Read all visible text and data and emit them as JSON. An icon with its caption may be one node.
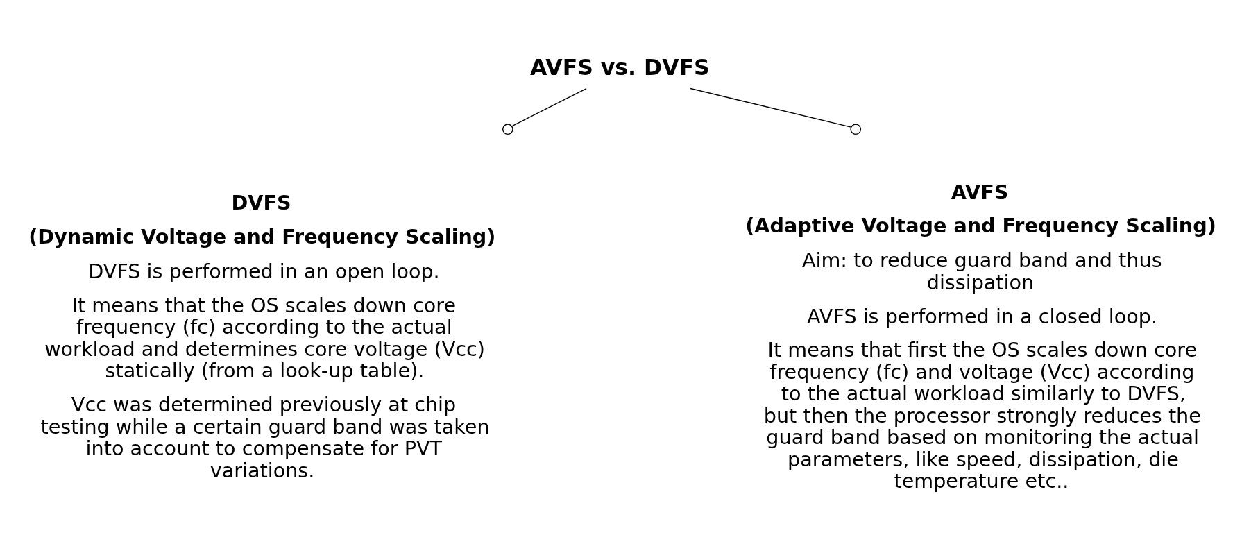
{
  "diagram": {
    "nodes": [
      {
        "text": [
          "AVFS vs. DVFS"
        ]
      },
      {
        "text": [],
        "shape": "circle",
        "beside": [
          "DVFS",
          "(Dynamic Voltage and Frequency Scaling)",
          "DVFS is performed in an open loop.",
          "It means that the OS scales down core frequency (fc) according to the actual workload and determines core voltage (Vcc) statically (from a look-up table).",
          "Vcc was determined previously at chip testing while a certain guard band was taken into account to compensate for PVT variations."
        ]
      },
      {
        "text": [],
        "shape": "circle",
        "beside": [
          "AVFS",
          "(Adaptive Voltage and Frequency Scaling)",
          "Aim: to reduce guard band and thus dissipation",
          "AVFS is performed in a closed loop.",
          "It means that first the OS scales down core frequency (fc) and voltage (Vcc) according to the actual workload similarly to DVFS, but then the processor strongly reduces the guard band based on monitoring the actual parameters, like speed, dissipation, die temperature etc.."
        ]
      }
    ],
    "edges": [
      {
        "from": 0,
        "to": 1,
        "arrow": "none"
      },
      {
        "from": 0,
        "to": 2,
        "arrow": "none"
      }
    ]
  }
}
